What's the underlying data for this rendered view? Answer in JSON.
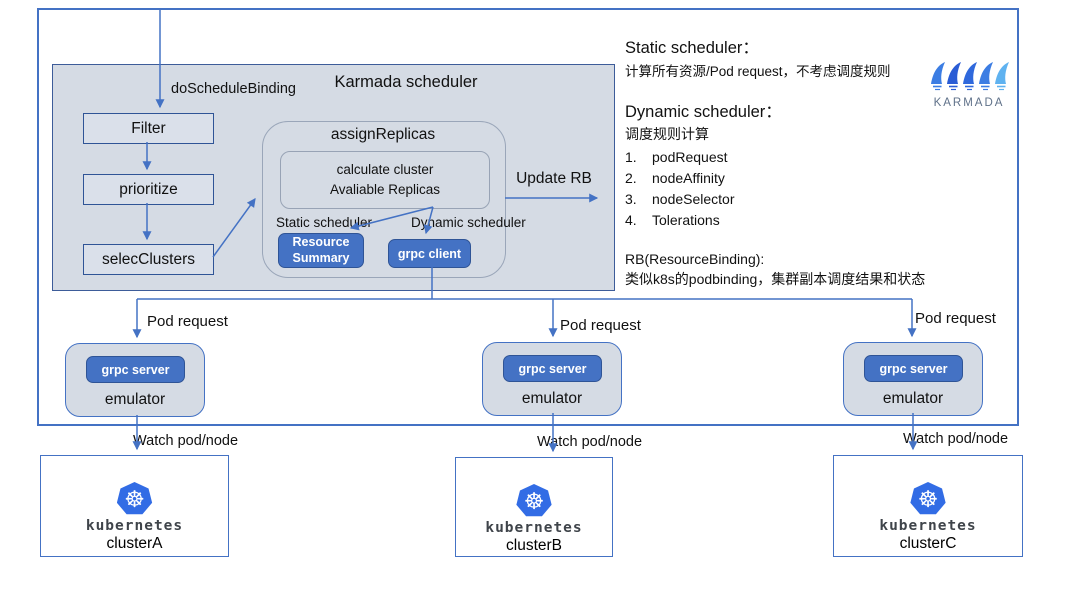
{
  "colors": {
    "accent_blue": "#4472C4",
    "panel_fill": "#D5DBE4",
    "dark_border": "#2F5496",
    "k8s_blue": "#326CE5"
  },
  "scheduler": {
    "title": "Karmada scheduler",
    "entry_label": "doScheduleBinding",
    "steps": [
      "Filter",
      "prioritize",
      "selecClusters"
    ],
    "assign": {
      "title": "assignReplicas",
      "calc_line1": "calculate cluster",
      "calc_line2": "Avaliable Replicas",
      "static_label": "Static scheduler",
      "dynamic_label": "Dynamic scheduler",
      "resource_summary_button": "Resource Summary",
      "grpc_client_button": "grpc client"
    },
    "update_rb_label": "Update RB"
  },
  "notes": {
    "static_title": "Static scheduler：",
    "static_desc": "计算所有资源/Pod request，不考虑调度规则",
    "dynamic_title": "Dynamic scheduler：",
    "dynamic_desc": "调度规则计算",
    "dynamic_items": [
      {
        "num": "1.",
        "label": "podRequest"
      },
      {
        "num": "2.",
        "label": "nodeAffinity"
      },
      {
        "num": "3.",
        "label": "nodeSelector"
      },
      {
        "num": "4.",
        "label": "Tolerations"
      }
    ],
    "rb_title": "RB(ResourceBinding):",
    "rb_desc": "类似k8s的podbinding，集群副本调度结果和状态"
  },
  "logo": {
    "wordmark": "KARMADA"
  },
  "emulators": [
    {
      "pod_request": "Pod request",
      "button": "grpc server",
      "label": "emulator",
      "watch": "Watch pod/node"
    },
    {
      "pod_request": "Pod request",
      "button": "grpc server",
      "label": "emulator",
      "watch": "Watch pod/node"
    },
    {
      "pod_request": "Pod request",
      "button": "grpc server",
      "label": "emulator",
      "watch": "Watch pod/node"
    }
  ],
  "clusters": [
    {
      "wordmark": "kubernetes",
      "name": "clusterA"
    },
    {
      "wordmark": "kubernetes",
      "name": "clusterB"
    },
    {
      "wordmark": "kubernetes",
      "name": "clusterC"
    }
  ]
}
